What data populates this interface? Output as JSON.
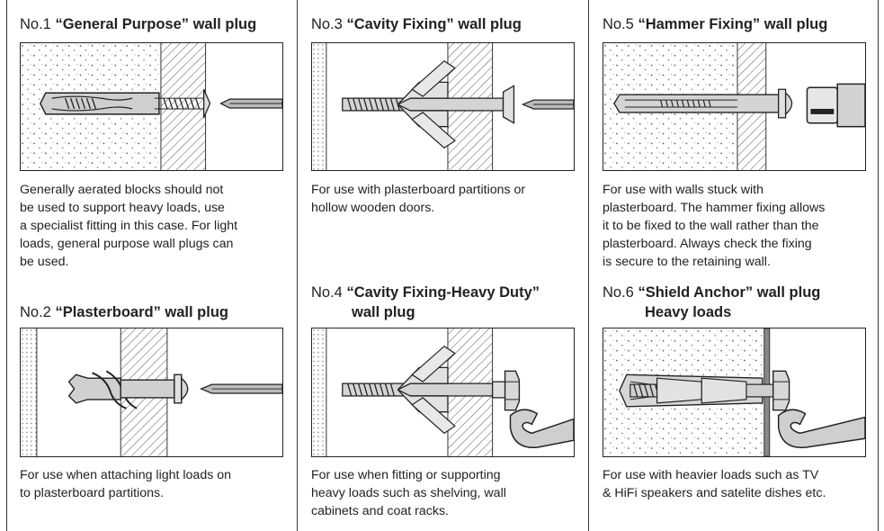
{
  "sections": [
    {
      "number": "No.1",
      "name": "“General Purpose”",
      "suffix": " wall plug",
      "line2": "",
      "description": "Generally aerated blocks should not\nbe used to support heavy loads, use\na specialist fitting in this case. For light\nloads, general purpose wall plugs can\nbe used.",
      "diagram": "general-purpose-plug"
    },
    {
      "number": "No.2",
      "name": "“Plasterboard”",
      "suffix": " wall plug",
      "line2": "",
      "description": "For  use when attaching light loads on\nto plasterboard partitions.",
      "diagram": "plasterboard-plug"
    },
    {
      "number": "No.3",
      "name": "“Cavity Fixing”",
      "suffix": " wall plug",
      "line2": "",
      "description": "For use with plasterboard partitions or\nhollow wooden doors.",
      "diagram": "cavity-fixing"
    },
    {
      "number": "No.4",
      "name": "“Cavity Fixing-Heavy Duty”",
      "suffix": "",
      "line2": "wall plug",
      "description": "For use when fitting or supporting\nheavy loads such as shelving, wall\ncabinets and coat racks.",
      "diagram": "cavity-fixing-heavy-duty"
    },
    {
      "number": "No.5",
      "name": "“Hammer Fixing”",
      "suffix": " wall plug",
      "line2": "",
      "description": "For use with walls stuck with\nplasterboard. The hammer fixing allows\nit to be fixed to the wall rather than the\nplasterboard. Always check the fixing\nis secure to the retaining wall.",
      "diagram": "hammer-fixing"
    },
    {
      "number": "No.6",
      "name": "“Shield Anchor”",
      "suffix": " wall plug",
      "line2": "Heavy loads",
      "description": "For use with heavier loads such as TV\n& HiFi speakers and satelite dishes etc.",
      "diagram": "shield-anchor"
    }
  ]
}
